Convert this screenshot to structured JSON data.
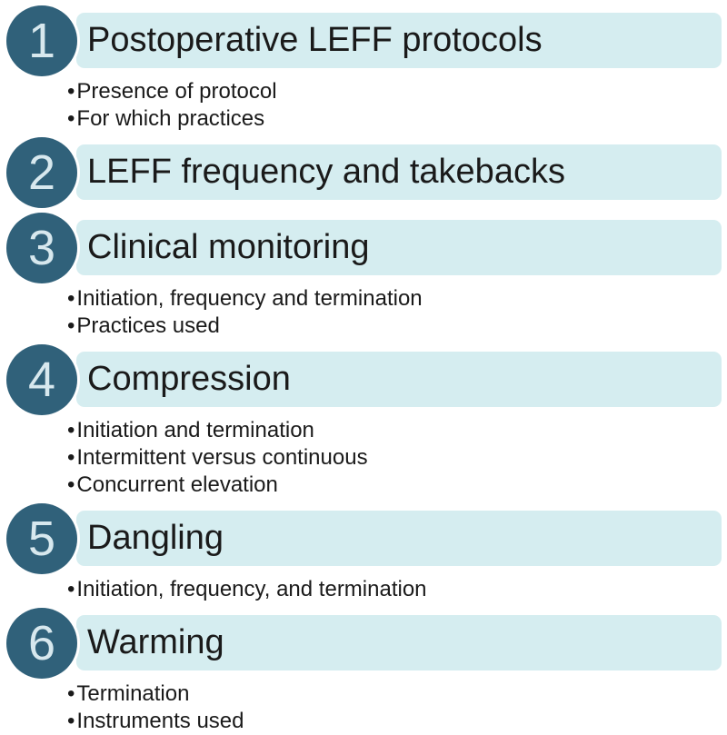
{
  "palette": {
    "page_bg": "#ffffff",
    "circle_fill": "#30617a",
    "circle_ring": "#ffffff",
    "circle_number": "#d7e8ee",
    "banner_fill": "#d5edf0",
    "text": "#1a1a1a"
  },
  "list": {
    "bullet_glyph": "•",
    "sections": [
      {
        "number": "1",
        "title": "Postoperative LEFF protocols",
        "bullets": [
          "Presence of protocol",
          "For which practices"
        ]
      },
      {
        "number": "2",
        "title": "LEFF frequency and takebacks",
        "bullets": []
      },
      {
        "number": "3",
        "title": "Clinical monitoring",
        "bullets": [
          "Initiation, frequency and termination",
          "Practices used"
        ]
      },
      {
        "number": "4",
        "title": "Compression",
        "bullets": [
          "Initiation and termination",
          "Intermittent versus continuous",
          "Concurrent elevation"
        ]
      },
      {
        "number": "5",
        "title": "Dangling",
        "bullets": [
          "Initiation, frequency, and termination"
        ]
      },
      {
        "number": "6",
        "title": "Warming",
        "bullets": [
          "Termination",
          "Instruments used"
        ]
      }
    ]
  }
}
